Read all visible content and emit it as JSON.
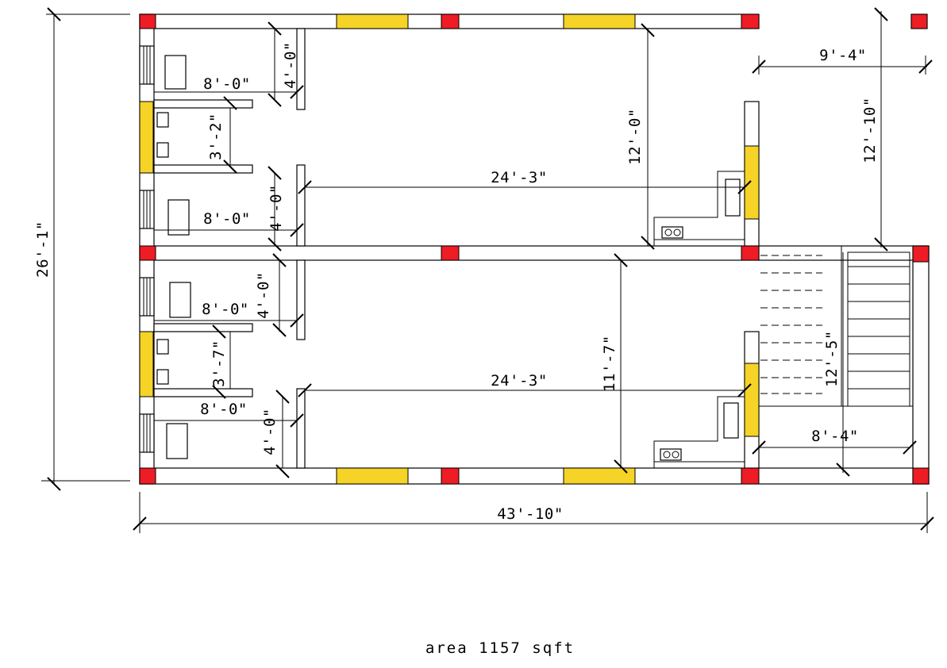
{
  "plan": {
    "dimensions": {
      "overall_width": "43'-10\"",
      "overall_depth": "26'-1\"",
      "front_margin": "9'-4\"",
      "front_depth": "12'-10\"",
      "stair_depth": "12'-5\"",
      "stair_width": "8'-4\"",
      "upper_hall_width": "24'-3\"",
      "upper_hall_depth": "12'-0\"",
      "lower_hall_width": "24'-3\"",
      "lower_hall_depth": "11'-7\"",
      "upper_bed_top_w": "8'-0\"",
      "upper_bed_top_d": "4'-0\"",
      "upper_bath_d": "3'-2\"",
      "upper_bed_bot_w": "8'-0\"",
      "upper_bed_bot_d": "4'-0\"",
      "lower_bed_top_w": "8'-0\"",
      "lower_bed_top_d": "4'-0\"",
      "lower_bath_d": "3'-7\"",
      "lower_bed_bot_w": "8'-0\"",
      "lower_bed_bot_d": "4'-0\""
    },
    "caption": "area 1157 sqft",
    "colors": {
      "column": "#ee1c24",
      "opening": "#f5d327",
      "line": "#000000",
      "background": "#ffffff"
    }
  }
}
